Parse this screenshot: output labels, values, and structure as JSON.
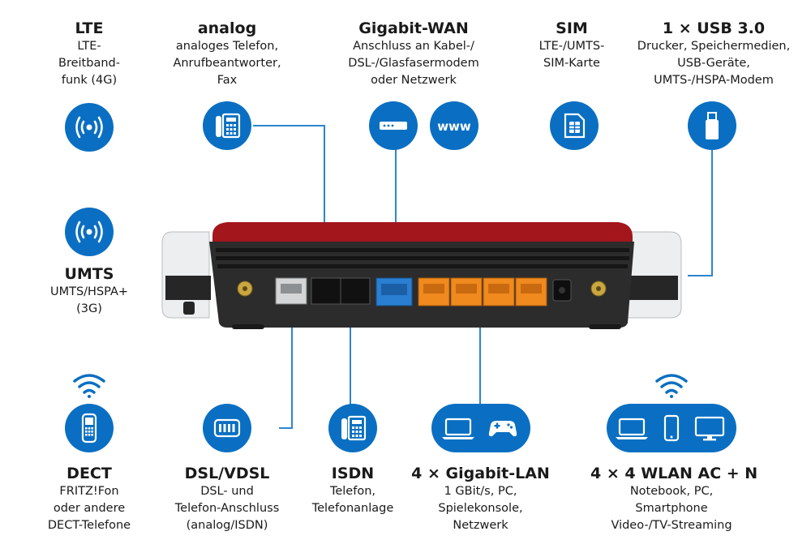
{
  "features": {
    "lte": {
      "title": "LTE",
      "lines": [
        "LTE-",
        "Breitband-",
        "funk (4G)"
      ]
    },
    "analog": {
      "title": "analog",
      "lines": [
        "analoges Telefon,",
        "Anrufbeantworter,",
        "Fax"
      ]
    },
    "wan": {
      "title": "Gigabit-WAN",
      "lines": [
        "Anschluss an Kabel-/",
        "DSL-/Glasfasermodem",
        "oder Netzwerk"
      ]
    },
    "sim": {
      "title": "SIM",
      "lines": [
        "LTE-/UMTS-",
        "SIM-Karte"
      ]
    },
    "usb": {
      "title": "1 × USB 3.0",
      "lines": [
        "Drucker, Speichermedien,",
        "USB-Geräte,",
        "UMTS-/HSPA-Modem"
      ]
    },
    "umts": {
      "title": "UMTS",
      "lines": [
        "UMTS/HSPA+",
        "(3G)"
      ]
    },
    "dect": {
      "title": "DECT",
      "lines": [
        "FRITZ!Fon",
        "oder andere",
        "DECT-Telefone"
      ]
    },
    "dsl": {
      "title": "DSL/VDSL",
      "lines": [
        "DSL- und",
        "Telefon-Anschluss",
        "(analog/ISDN)"
      ]
    },
    "isdn": {
      "title": "ISDN",
      "lines": [
        "Telefon,",
        "Telefonanlage"
      ]
    },
    "lan": {
      "title": "4 × Gigabit-LAN",
      "lines": [
        "1 GBit/s, PC,",
        "Spielekonsole,",
        "Netzwerk"
      ]
    },
    "wlan": {
      "title": "4 × 4 WLAN AC + N",
      "lines": [
        "Notebook, PC,",
        "Smartphone",
        "Video-/TV-Streaming"
      ]
    }
  },
  "icons": {
    "lte": "antenna-signal-icon",
    "analog": "desk-phone-icon",
    "wan_device": "modem-icon",
    "wan_web": "www-icon",
    "sim": "sim-card-icon",
    "usb": "usb-stick-icon",
    "umts": "antenna-signal-icon",
    "dect": "cordless-phone-icon",
    "dsl": "dsl-socket-icon",
    "isdn": "desk-phone-icon",
    "lan_pc": "laptop-icon",
    "lan_game": "gamepad-icon",
    "wlan_laptop": "laptop-icon",
    "wlan_phone": "smartphone-icon",
    "wlan_tv": "monitor-icon",
    "wifi": "wifi-icon"
  },
  "web_text": "www",
  "colors": {
    "accent": "#0a6fc2",
    "line": "#2b86cf",
    "router_red": "#a3161c",
    "router_body": "#2c2c2c",
    "lan_port": "#f08a1e",
    "wan_port": "#2a7fd1"
  }
}
